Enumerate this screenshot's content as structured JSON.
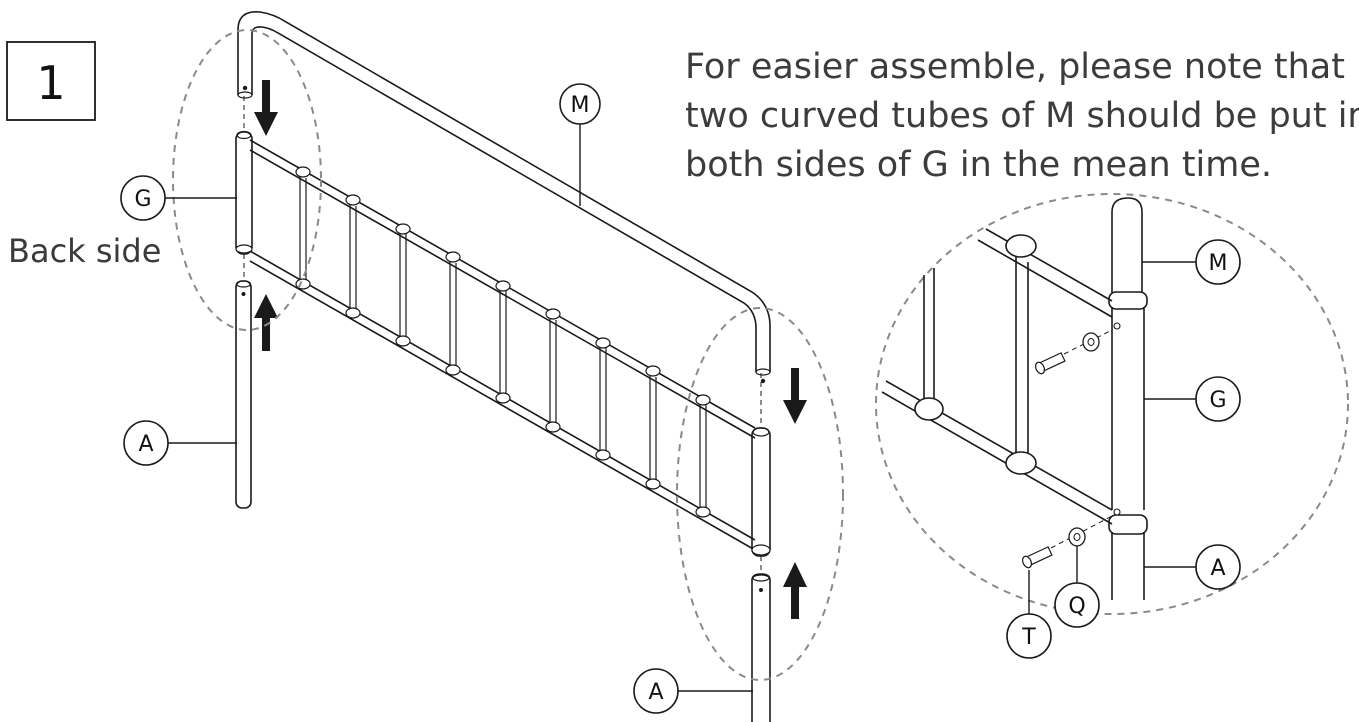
{
  "step": {
    "number": "1"
  },
  "note": {
    "lines": [
      "For easier assemble, please note that",
      "two curved tubes of M should be put in",
      "both sides of G in the mean time."
    ]
  },
  "side_label": "Back side",
  "callouts": {
    "M_main": "M",
    "G_main": "G",
    "A_left": "A",
    "A_right": "A",
    "M_detail": "M",
    "G_detail": "G",
    "A_detail": "A",
    "Q_detail": "Q",
    "T_detail": "T"
  }
}
